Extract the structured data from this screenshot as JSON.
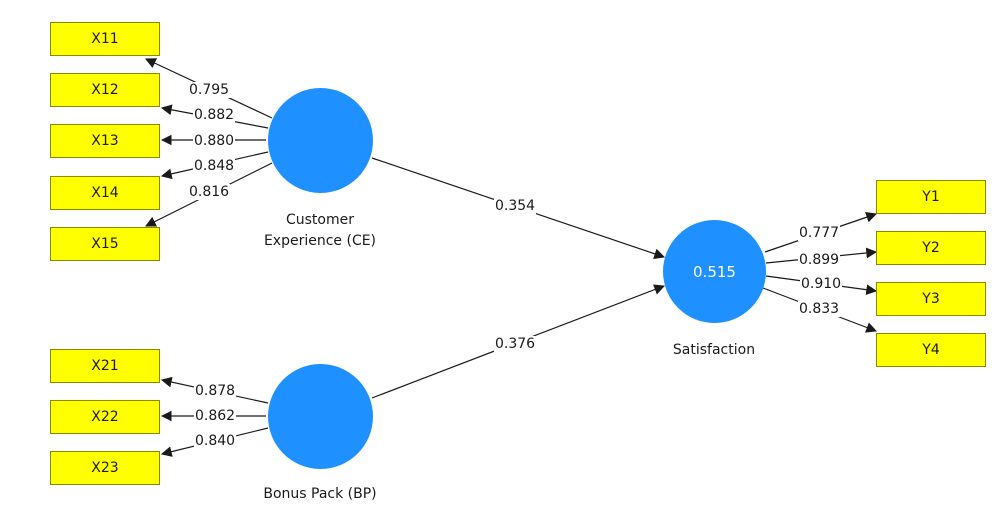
{
  "constructs": {
    "ce": {
      "label_line1": "Customer",
      "label_line2": "Experience (CE)",
      "value": ""
    },
    "bp": {
      "label": "Bonus Pack (BP)",
      "value": ""
    },
    "sat": {
      "label": "Satisfaction",
      "r2": "0.515"
    }
  },
  "indicators": {
    "ce": [
      "X11",
      "X12",
      "X13",
      "X14",
      "X15"
    ],
    "bp": [
      "X21",
      "X22",
      "X23"
    ],
    "sat": [
      "Y1",
      "Y2",
      "Y3",
      "Y4"
    ]
  },
  "loadings": {
    "ce": [
      "0.795",
      "0.882",
      "0.880",
      "0.848",
      "0.816"
    ],
    "bp": [
      "0.878",
      "0.862",
      "0.840"
    ],
    "sat": [
      "0.777",
      "0.899",
      "0.910",
      "0.833"
    ]
  },
  "paths": {
    "ce_sat": "0.354",
    "bp_sat": "0.376"
  },
  "colors": {
    "construct": "#1e90ff",
    "indicator": "#ffff00",
    "line": "#1a1a1a"
  }
}
